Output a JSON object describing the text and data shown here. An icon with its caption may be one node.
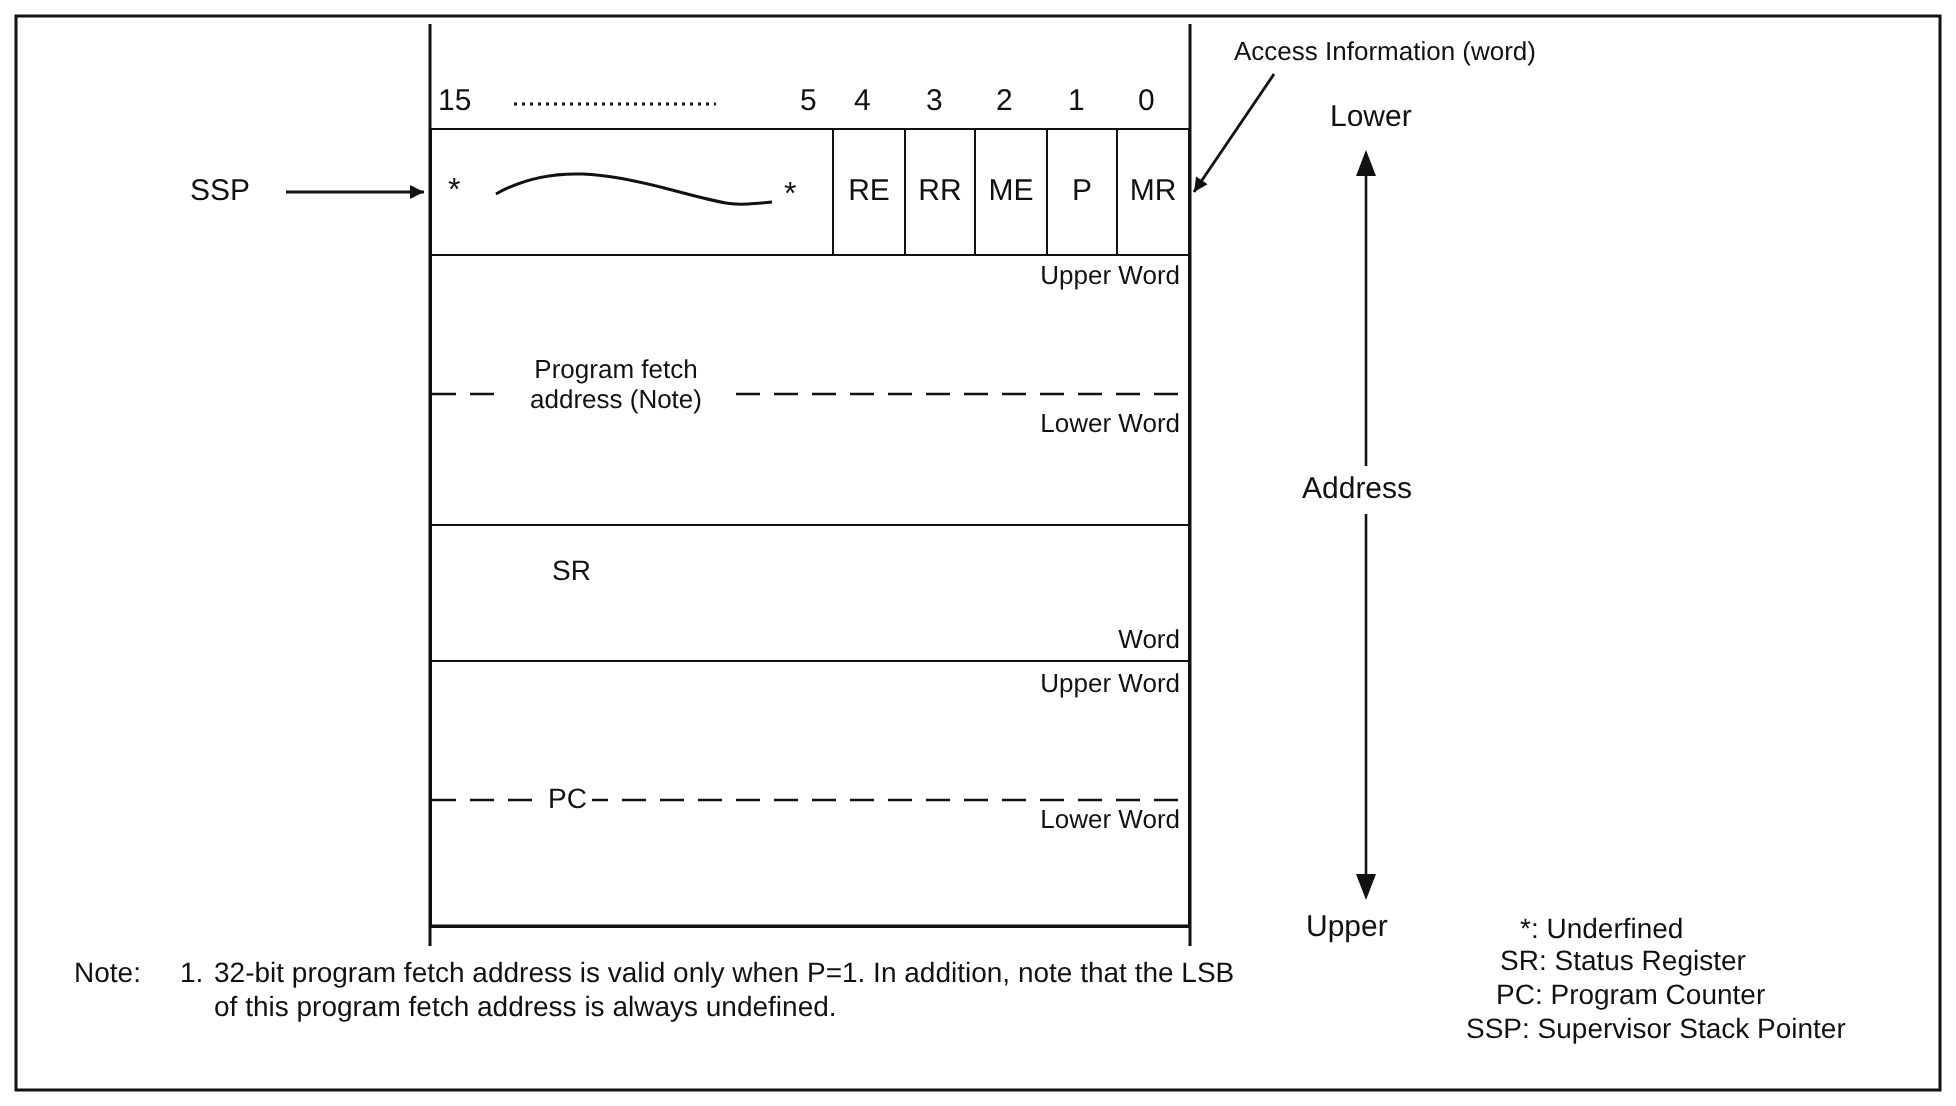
{
  "diagram": {
    "nodes": [
      {
        "text": [
          "SSP"
        ]
      },
      {
        "text": [
          "*",
          "*"
        ]
      },
      {
        "text": [
          "RE"
        ]
      },
      {
        "text": [
          "RR"
        ]
      },
      {
        "text": [
          "ME"
        ]
      },
      {
        "text": [
          "P"
        ]
      },
      {
        "text": [
          "MR"
        ]
      },
      {
        "text": [
          "Access Information (word)"
        ]
      },
      {
        "text": [
          "Upper Word",
          "Program fetch address (Note)",
          "Lower Word"
        ]
      },
      {
        "text": [
          "SR",
          "Word"
        ]
      },
      {
        "text": [
          "Upper Word",
          "PC",
          "Lower Word"
        ]
      }
    ],
    "edges": [
      {
        "from": 0,
        "to": 1,
        "arrow": "to"
      },
      {
        "from": 7,
        "to": 6,
        "arrow": "to"
      }
    ],
    "labels": [
      "15",
      "5",
      "4",
      "3",
      "2",
      "1",
      "0",
      "Lower",
      "Address",
      "Upper",
      "*: Underfined",
      "SR: Status Register",
      "PC: Program Counter",
      "SSP: Supervisor Stack Pointer",
      "Note:",
      "1.",
      "32-bit program fetch address is valid only when P=1. In addition, note that the LSB of this program fetch address is always undefined."
    ]
  }
}
